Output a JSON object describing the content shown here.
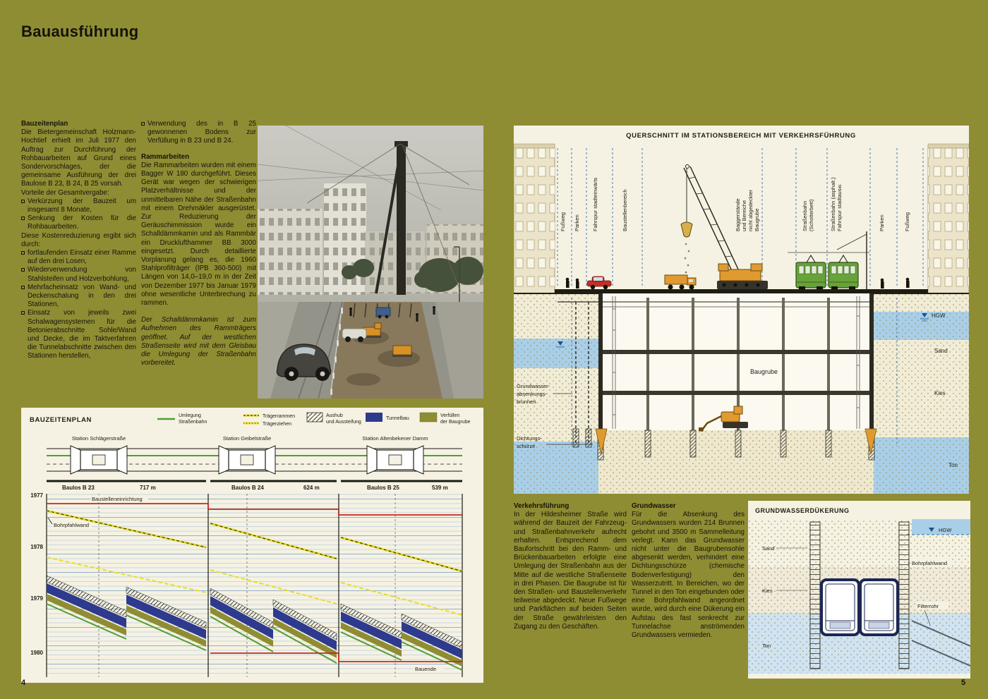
{
  "page": {
    "title": "Bauausführung",
    "page_left": "4",
    "page_right": "5"
  },
  "colors": {
    "page_olive": "#8f8d33",
    "panel": "#f5f2e3",
    "tunnel_blue": "#2e3a8e",
    "rail_green": "#4f9e33",
    "traeger_yellow": "#e8dc28",
    "signal_red": "#c8271b",
    "water_blue": "#a9cfe8",
    "machine_orange": "#e09a30"
  },
  "bauzeitenplan_text": {
    "heading": "Bauzeitenplan",
    "intro": "Die Bietergemeinschaft Holzmann-Hochtief erhielt im Juli 1977 den Auftrag zur Durchführung der Rohbauarbeiten auf Grund eines Sondervorschlages, der die gemeinsame Ausführung der drei Baulose B 23, B 24, B 25 vorsah.",
    "vorteile_label": "Vorteile der Gesamtvergabe:",
    "vorteile": [
      "Verkürzung der Bauzeit um insgesamt 8 Monate,",
      "Senkung der Kosten für die Rohbauarbeiten."
    ],
    "kosten_label": "Diese Kostenreduzierung ergibt sich durch:",
    "kosten": [
      "fortlaufenden Einsatz einer Ramme auf den drei Losen,",
      "Wiederverwendung von Stahlsteifen und Holzverbohlung,",
      "Mehrfacheinsatz von Wand- und Deckenschalung in den drei Stationen,",
      "Einsatz von jeweils zwei Schalwagensystemen für die Betonierabschnitte Sohle/Wand und Decke, die im Taktverfahren die Tunnelabschnitte zwischen den Stationen herstellen,"
    ]
  },
  "rammarbeiten": {
    "bullet": "Verwendung des in B 25 gewonnenen Bodens zur Verfüllung in B 23 und B 24.",
    "heading": "Rammarbeiten",
    "body": "Die Rammarbeiten wurden mit einem Bagger W 180 durchgeführt. Dieses Gerät war wegen der schwierigen Platzverhältnisse und der unmittelbaren Nähe der Straßenbahn mit einem Drehmäkler ausgerüstet. Zur Reduzierung der Geräuschimmission wurde ein Schalldämmkamin und als Rammbär ein Drucklufthammer BB 3000 eingesetzt. Durch detaillierte Vorplanung gelang es, die 1960 Stahlprofilträger (IPB 360-500) mit Längen von 14,0–19,0 m in der Zeit von Dezember 1977 bis Januar 1979 ohne wesentliche Unterbrechung zu rammen.",
    "caption": "Der Schalldämmkamin ist zum Aufnehmen des Rammträgers geöffnet. Auf der westlichen Straßenseite wird mit dem Gleisbau die Umlegung der Straßenbahn vorbereitet."
  },
  "cross_section": {
    "title": "QUERSCHNITT IM STATIONSBEREICH MIT VERKEHRSFÜHRUNG",
    "zones": {
      "z1": "Fußweg",
      "z2": "Parken",
      "z3": "Fahrspur stadteinwärts",
      "z4": "Baustellenbereich",
      "z5a": "Baggerstände",
      "z5b": "und Bereiche",
      "z5c": "nicht abgedeckter",
      "z5d": "Baugrube",
      "z6a": "Straßenbahn",
      "z6b": "(Schotterbett)",
      "z7a": "Straßenbahn (asphalt.)",
      "z7b": "Fahrspur stadtausw.",
      "z8": "Parken",
      "z9": "Fußweg"
    },
    "labels": {
      "hgw": "HGW",
      "sand": "Sand",
      "kies": "Kies",
      "ton": "Ton",
      "baugrube": "Baugrube",
      "brunnen_a": "Grundwasser-",
      "brunnen_b": "absenkungs-",
      "brunnen_c": "brunnen",
      "dichtung_a": "Dichtungs-",
      "dichtung_b": "schürze"
    }
  },
  "verkehr": {
    "heading": "Verkehrsführung",
    "body": "In der Hildesheimer Straße wird während der Bauzeit der Fahrzeug- und Straßenbahnverkehr aufrecht erhalten. Entsprechend dem Baufortschritt bei den Ramm- und Brückenbauarbeiten erfolgte eine Umlegung der Straßenbahn aus der Mitte auf die westliche Straßenseite in drei Phasen. Die Baugrube ist für den Straßen- und Baustellenverkehr teilweise abgedeckt. Neue Fußwege und Parkflächen auf beiden Seiten der Straße gewährleisten den Zugang zu den Geschäften."
  },
  "grundwasser": {
    "heading": "Grundwasser",
    "body": "Für die Absenkung des Grundwassers wurden 214 Brunnen gebohrt und 3500 m Sammelleitung verlegt. Kann das Grundwasser nicht unter die Baugrubensohle abgesenkt werden, verhindert eine Dichtungsschürze (chemische Bodenverfestigung) den Wasserzutritt. In Bereichen, wo der Tunnel in den Ton eingebunden oder eine Bohrpfahlwand angeordnet wurde, wird durch eine Dükerung ein Aufstau des fast senkrecht zur Tunnelachse anströmenden Grundwassers vermieden."
  },
  "duekerung": {
    "title": "GRUNDWASSERDÜKERUNG",
    "labels": {
      "hgw": "HGW",
      "sand": "Sand",
      "kies": "Kies",
      "ton": "Ton",
      "bohrpfahlwand": "Bohrpfahlwand",
      "filterrohr": "Filterrohr"
    }
  },
  "chart": {
    "title": "BAUZEITENPLAN",
    "legend": {
      "umlegung_a": "Umlegung",
      "umlegung_b": "Straßenbahn",
      "raemmen": "Trägerrammen",
      "ziehen": "Trägerziehen",
      "aushub_a": "Aushub",
      "aushub_b": "und Aussteifung",
      "tunnelbau": "Tunnelbau",
      "verfuellen_a": "Verfüllen",
      "verfuellen_b": "der Baugrube"
    },
    "stations": [
      "Station Schlägerstraße",
      "Station Geibelstraße",
      "Station Altenbekener Damm"
    ],
    "baulose": [
      {
        "name": "Baulos B 23",
        "length": "717 m"
      },
      {
        "name": "Baulos B 24",
        "length": "624 m"
      },
      {
        "name": "Baulos B 25",
        "length": "539 m"
      }
    ],
    "years": [
      "1977",
      "1978",
      "1979",
      "1980"
    ],
    "annotations": {
      "baustelleneinrichtung": "Baustelleneinrichtung",
      "bohrpfahlwand": "Bohrpfahlwand",
      "bauende": "Bauende"
    }
  }
}
